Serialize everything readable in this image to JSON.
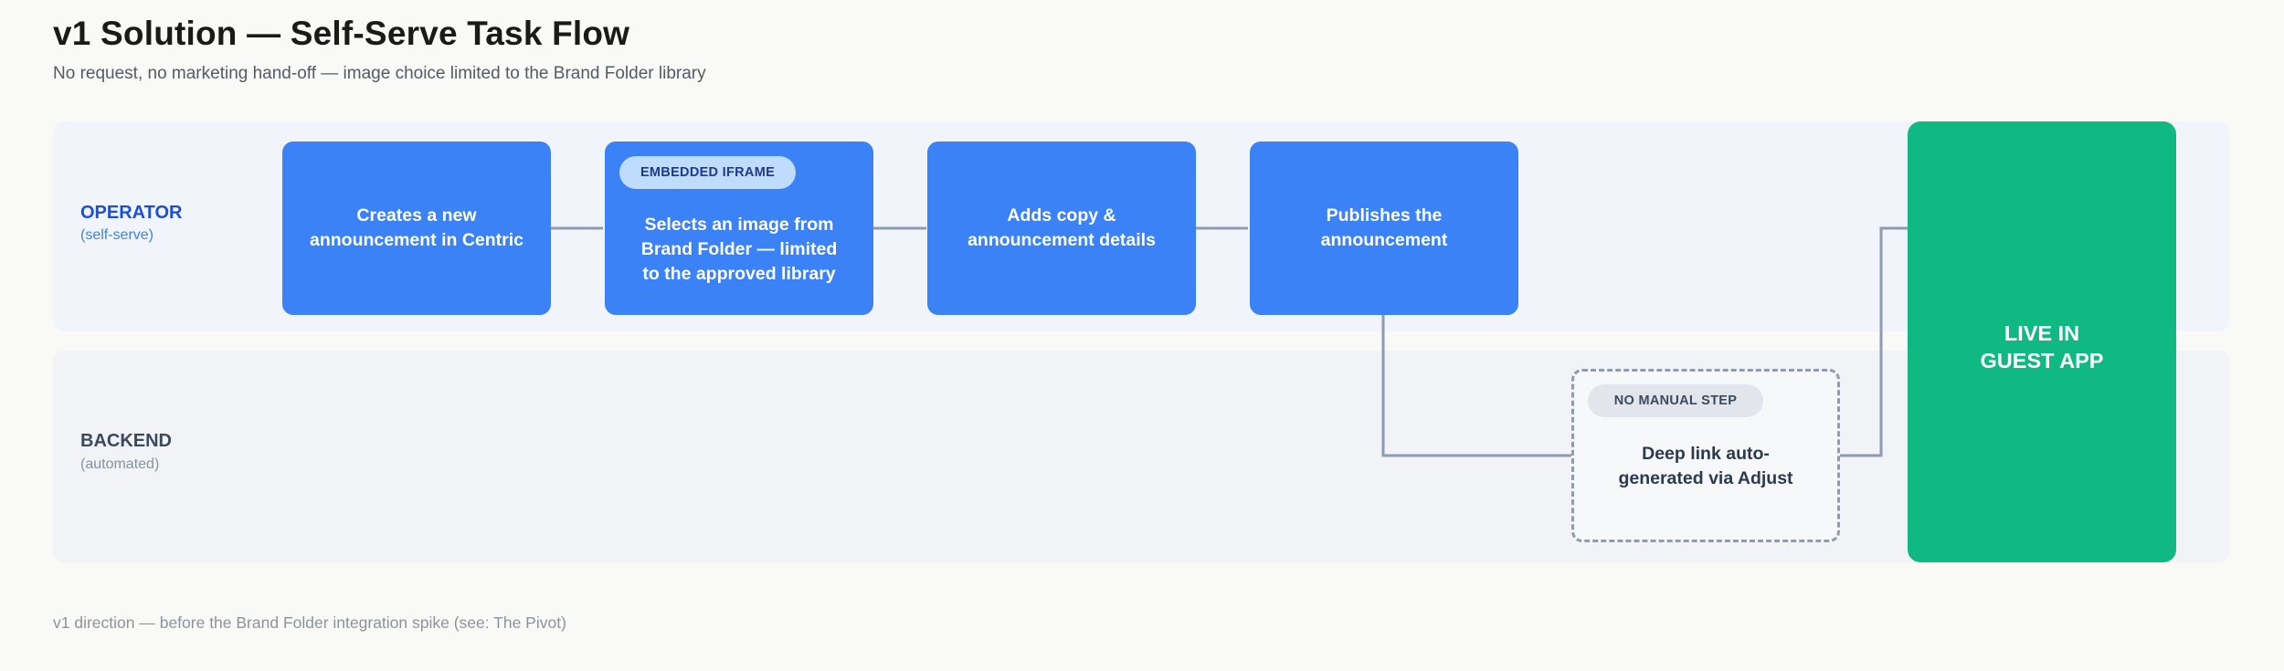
{
  "header": {
    "title": "v1 Solution — Self-Serve Task Flow",
    "subtitle": "No request, no marketing hand-off — image choice limited to the Brand Folder library"
  },
  "lanes": {
    "operator": {
      "label": "OPERATOR",
      "sublabel": "(self-serve)"
    },
    "backend": {
      "label": "BACKEND",
      "sublabel": "(automated)"
    }
  },
  "steps": [
    {
      "text": "Creates a new\nannouncement in Centric"
    },
    {
      "badge": "EMBEDDED IFRAME",
      "text": "Selects an image from\nBrand Folder — limited\nto the approved library"
    },
    {
      "text": "Adds copy &\nannouncement details"
    },
    {
      "text": "Publishes the\nannouncement"
    }
  ],
  "automated_step": {
    "badge": "NO MANUAL STEP",
    "text": "Deep link auto-\ngenerated via Adjust"
  },
  "outcome": {
    "text": "LIVE IN\nGUEST APP"
  },
  "footnote": "v1 direction — before the Brand Folder integration spike (see: The Pivot)",
  "colors": {
    "operator_step": "#3b82f6",
    "outcome": "#10b981",
    "operator_label": "#1d4ed8",
    "connector": "#8f9bb3"
  }
}
